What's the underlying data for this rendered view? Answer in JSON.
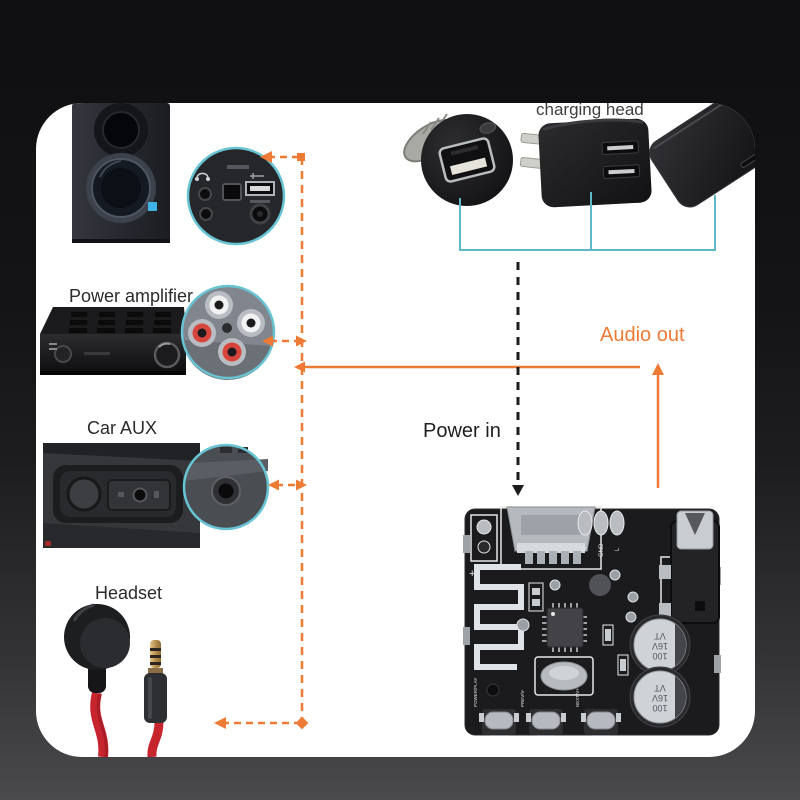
{
  "labels": {
    "charging_head": "charging head",
    "power_amplifier": "Power amplifier",
    "car_aux": "Car AUX",
    "headset": "Headset",
    "power_in": "Power in",
    "audio_out": "Audio out"
  },
  "colors": {
    "accent_orange": "#ED7B35",
    "bracket_teal": "#5FB7C9",
    "power_line_black": "#1C1C1C",
    "card_background": "#FFFFFF",
    "page_background": "#161618",
    "speaker_led_blue": "#3FB3E6",
    "headset_cable_red": "#C6252E"
  },
  "pcb": {
    "capacitor_label": [
      "100",
      "16V",
      "VT"
    ],
    "pad_labels": [
      "R",
      "GND",
      "L"
    ],
    "button_labels": [
      "POWER/PLAY",
      "PREV/V-",
      "NEXT/V+"
    ]
  }
}
